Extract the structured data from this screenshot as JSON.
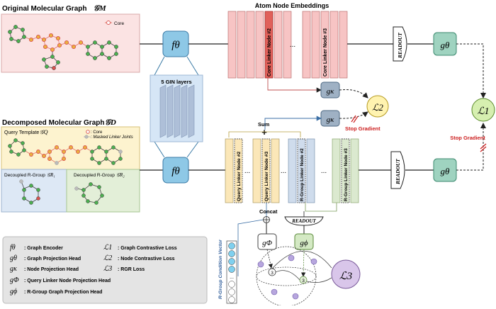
{
  "titles": {
    "original_graph": "Original Molecular Graph",
    "original_symbol": "𝒢M",
    "decomposed_graph": "Decomposed Molecular Graph",
    "decomposed_symbol": "𝒢D",
    "atom_embeddings": "Atom Node Embeddings"
  },
  "legend_core": "Core",
  "legend_core2": ": Core",
  "legend_masked": ": Masked Linker Joints",
  "query_template": "Query Template",
  "query_symbol": "𝒢Q",
  "decoupled_rgroup_1": "Decoupled R-Group",
  "decoupled_rgroup_2": "Decoupled R-Group",
  "rg_symbol_1": "𝒢R₁",
  "rg_symbol_2": "𝒢R₂",
  "encoder_label": "fθ",
  "gin_label": "5 GIN layers",
  "core_linker_2": "Core Linker Node #2",
  "core_linker_3": "Core Linker Node #3",
  "query_linker_2": "Query Linker Node #2",
  "query_linker_3": "Query Linker Node #3",
  "rgroup_linker_2": "R-Group Linker Node #2",
  "rgroup_linker_3": "R-Group Linker Node #3",
  "ellipsis": "...",
  "readout": "READOUT",
  "g_theta": "gθ",
  "g_kappa": "gκ",
  "g_phi_cap": "gΦ",
  "g_phi": "gϕ",
  "loss_1": "ℒ1",
  "loss_2": "ℒ2",
  "loss_3": "ℒ3",
  "sum_label": "Sum",
  "concat_label": "Concat",
  "stop_gradient": "Stop Gradient",
  "rgroup_condition_vector": "R-Group Condition Vector",
  "node_three": "3",
  "legend_items": [
    {
      "sym": "fθ",
      "desc": ": Graph Encoder"
    },
    {
      "sym": "gθ",
      "desc": ": Graph Projection Head"
    },
    {
      "sym": "gκ",
      "desc": ": Node Projection Head"
    },
    {
      "sym": "gΦ",
      "desc": ": Query Linker Node Projection Head"
    },
    {
      "sym": "gϕ",
      "desc": ": R-Group Graph Projection Head"
    },
    {
      "sym": "ℒ1",
      "desc": ": Graph Contrastive Loss"
    },
    {
      "sym": "ℒ2",
      "desc": ": Node Contrastive Loss"
    },
    {
      "sym": "ℒ3",
      "desc": ": RGR Loss"
    }
  ],
  "colors": {
    "pink_panel": "#fbe3e3",
    "yellow_panel": "#fdf3cf",
    "blue_panel": "#dde8f5",
    "green_panel": "#e3efd8",
    "encoder_fill": "#8ec8e6",
    "proj_fill": "#9fd3c0",
    "loss_green": "#d6efb0",
    "loss_yellow": "#fff3b0",
    "loss_purple": "#d9c6ea",
    "core_red": "#d9534f",
    "stop_red": "#cc1f1f"
  }
}
